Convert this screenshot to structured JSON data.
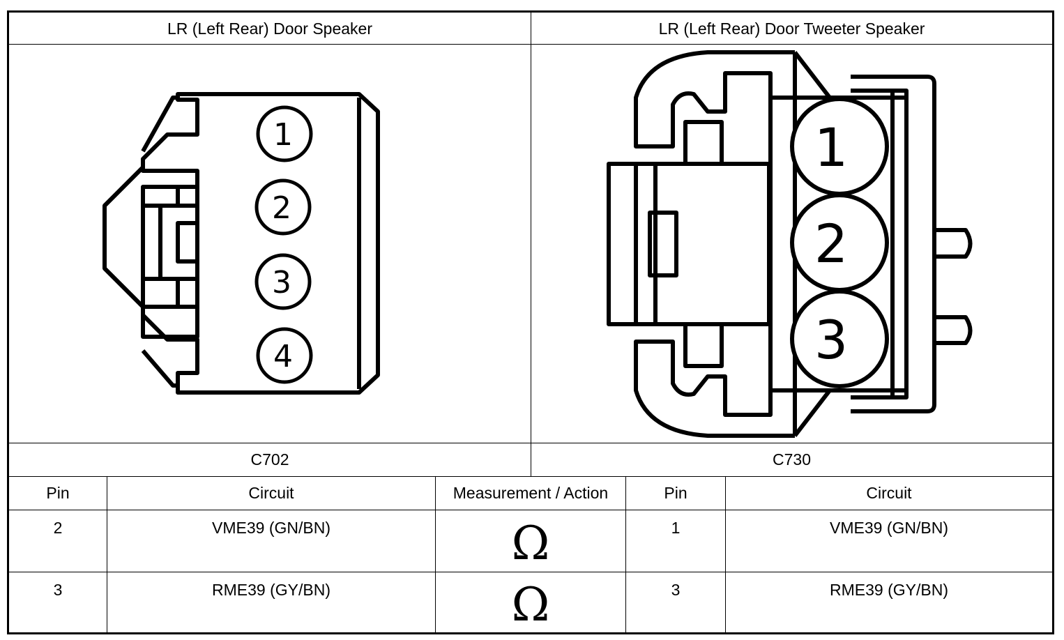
{
  "header": {
    "left_title": "LR (Left Rear) Door Speaker",
    "right_title": "LR (Left Rear) Door Tweeter Speaker"
  },
  "connectors": {
    "left": {
      "id": "C702",
      "pins": [
        "1",
        "2",
        "3",
        "4"
      ]
    },
    "right": {
      "id": "C730",
      "pins": [
        "1",
        "2",
        "3"
      ]
    }
  },
  "table": {
    "columns": [
      "Pin",
      "Circuit",
      "Measurement / Action",
      "Pin",
      "Circuit"
    ],
    "rows": [
      {
        "pin_a": "2",
        "circuit_a": "VME39 (GN/BN)",
        "action": "Ω",
        "pin_b": "1",
        "circuit_b": "VME39 (GN/BN)"
      },
      {
        "pin_a": "3",
        "circuit_a": "RME39 (GY/BN)",
        "action": "Ω",
        "pin_b": "3",
        "circuit_b": "RME39 (GY/BN)"
      }
    ]
  }
}
